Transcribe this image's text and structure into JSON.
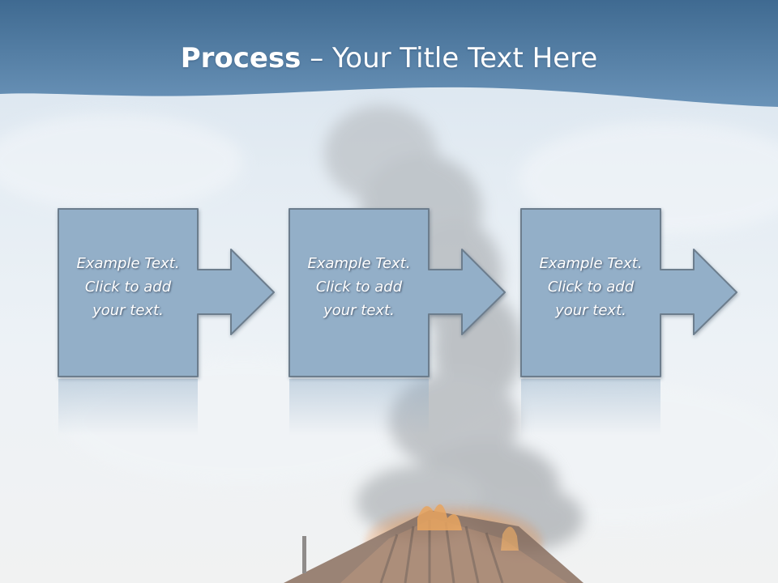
{
  "title": {
    "bold": "Process",
    "rest": " – Your Title Text Here"
  },
  "steps": [
    {
      "line1": "Example Text.",
      "line2": "Click  to add",
      "line3": "your text."
    },
    {
      "line1": "Example Text.",
      "line2": "Click  to add",
      "line3": "your text."
    },
    {
      "line1": "Example Text.",
      "line2": "Click  to add",
      "line3": "your text."
    }
  ],
  "colors": {
    "header": "#4f7ba3",
    "shape_fill": "#93afc8",
    "shape_border": "#6c7d8d",
    "text": "#ffffff"
  }
}
